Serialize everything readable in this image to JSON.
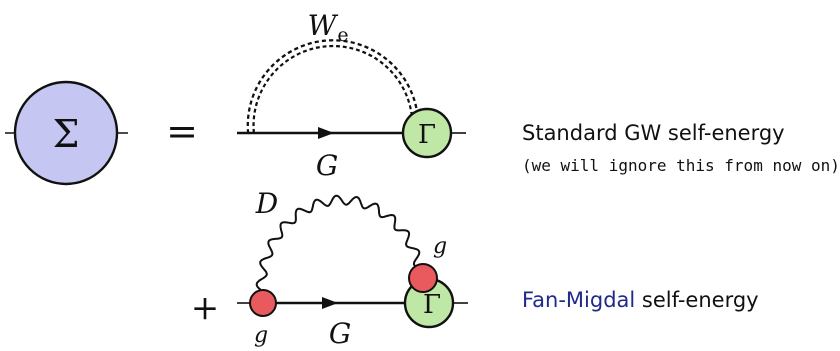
{
  "sigma_symbol": "Σ",
  "equals_symbol": "=",
  "plus_symbol": "+",
  "gw": {
    "interaction_label": "W",
    "interaction_subscript": "e",
    "propagator_label": "G",
    "vertex_label": "Γ",
    "title": "Standard GW self-energy",
    "note": "(we will ignore this from now on)"
  },
  "fan_migdal": {
    "phonon_label": "D",
    "propagator_label": "G",
    "vertex_label": "Γ",
    "coupling_left_label": "g",
    "coupling_right_label": "g",
    "title_highlight": "Fan-Migdal",
    "title_rest": " self-energy"
  },
  "colors": {
    "sigma_fill": "#c5c6f2",
    "vertex_fill": "#bfe8a6",
    "coupling_fill": "#e85a5e",
    "highlight_text": "#1f2a8a"
  }
}
